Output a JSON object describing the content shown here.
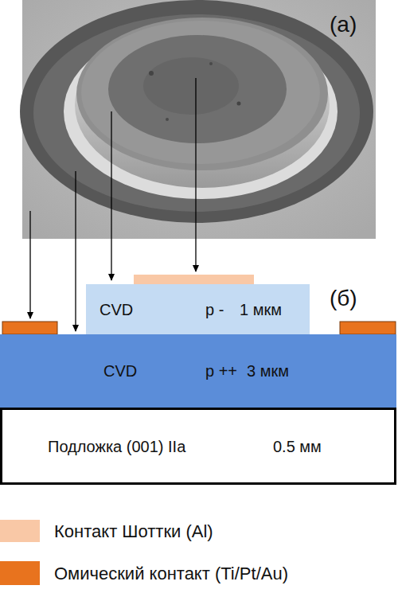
{
  "diagram": {
    "nodes": [
      {
        "text": [
          "CVD",
          "p -",
          "1 мкм"
        ]
      },
      {
        "text": [
          "CVD",
          "p ++",
          "3 мкм"
        ]
      },
      {
        "text": [
          "Подложка (001) IIa",
          "0.5 мм"
        ]
      }
    ],
    "labels": [
      "(а)",
      "(б)"
    ],
    "legend": [
      {
        "text": "Контакт Шоттки (Al)",
        "color": "#f9c8a6"
      },
      {
        "text": "Омический контакт (Ti/Pt/Au)",
        "color": "#e8731e"
      }
    ]
  }
}
